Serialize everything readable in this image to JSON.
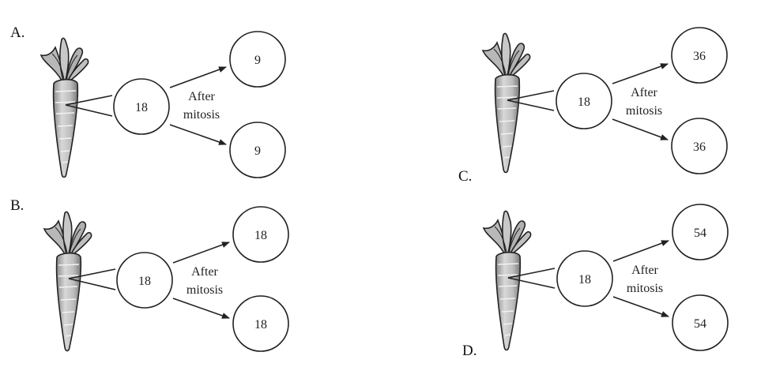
{
  "question": {
    "options": [
      {
        "letter": "A.",
        "parent_chromosomes": "18",
        "process_label_line1": "After",
        "process_label_line2": "mitosis",
        "daughter_top": "9",
        "daughter_bottom": "9"
      },
      {
        "letter": "B.",
        "parent_chromosomes": "18",
        "process_label_line1": "After",
        "process_label_line2": "mitosis",
        "daughter_top": "18",
        "daughter_bottom": "18"
      },
      {
        "letter": "C.",
        "parent_chromosomes": "18",
        "process_label_line1": "After",
        "process_label_line2": "mitosis",
        "daughter_top": "36",
        "daughter_bottom": "36"
      },
      {
        "letter": "D.",
        "parent_chromosomes": "18",
        "process_label_line1": "After",
        "process_label_line2": "mitosis",
        "daughter_top": "54",
        "daughter_bottom": "54"
      }
    ]
  }
}
